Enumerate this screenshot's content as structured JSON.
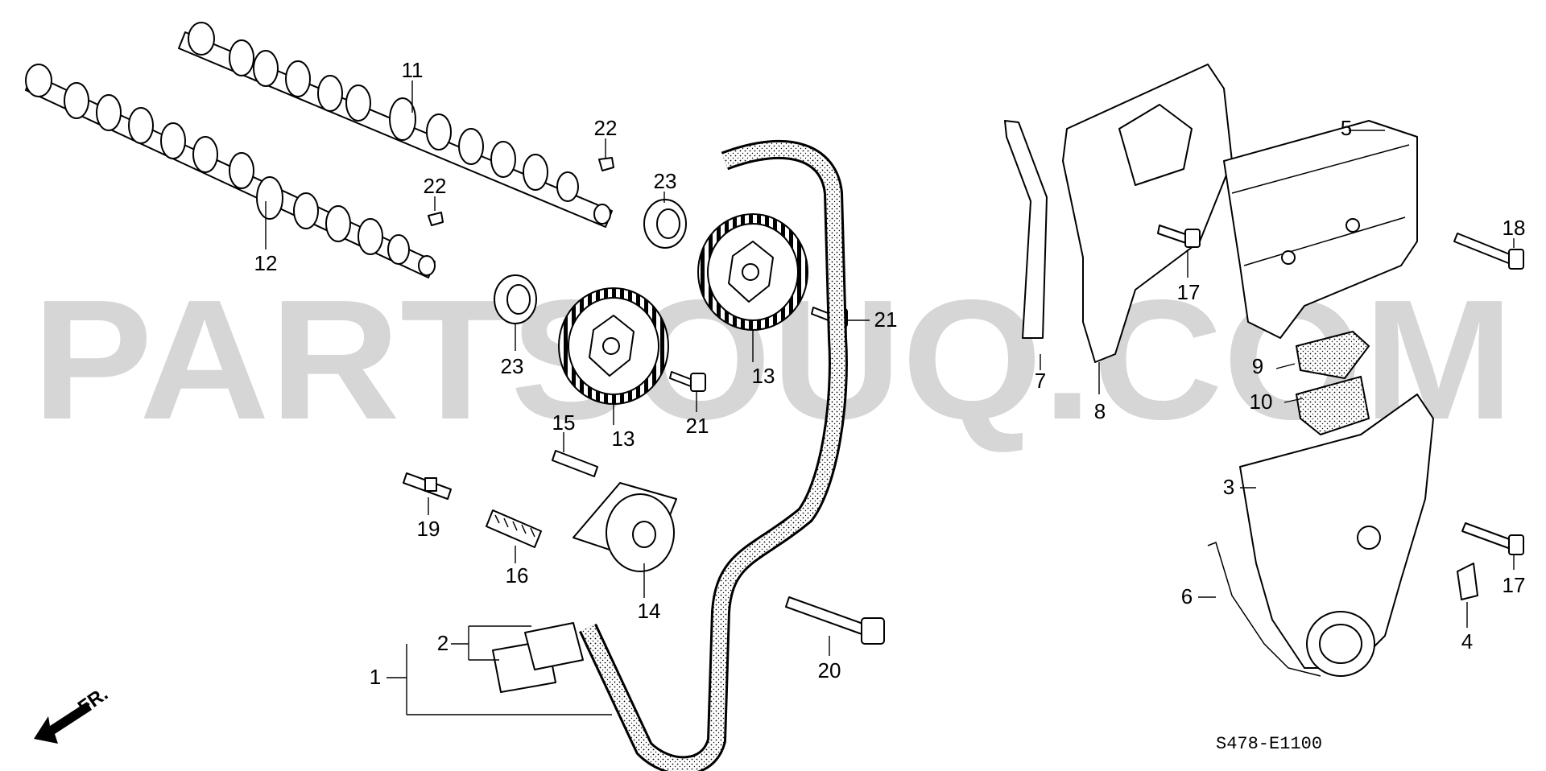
{
  "watermark": "PARTSOUQ.COM",
  "diagram_code": "S478-E1100",
  "front_label": "FR.",
  "callouts": {
    "c1": "1",
    "c2": "2",
    "c3": "3",
    "c4": "4",
    "c5": "5",
    "c6": "6",
    "c7": "7",
    "c8": "8",
    "c9": "9",
    "c10": "10",
    "c11": "11",
    "c12": "12",
    "c13a": "13",
    "c13b": "13",
    "c14": "14",
    "c15": "15",
    "c16": "16",
    "c17a": "17",
    "c17b": "17",
    "c18": "18",
    "c19": "19",
    "c20": "20",
    "c21a": "21",
    "c21b": "21",
    "c22a": "22",
    "c22b": "22",
    "c23a": "23",
    "c23b": "23"
  }
}
